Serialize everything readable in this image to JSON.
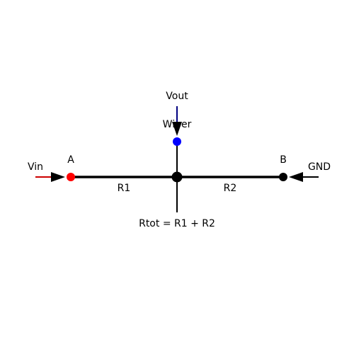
{
  "labels": {
    "vout": "Vout",
    "wiper": "Wiper",
    "vin": "Vin",
    "terminal_a": "A",
    "terminal_b": "B",
    "gnd": "GND",
    "r1": "R1",
    "r2": "R2",
    "rtot": "Rtot = R1 + R2"
  },
  "colors": {
    "vin_wire": "#cc0000",
    "terminal_a": "#ff0000",
    "vout_wire": "#000080",
    "wiper_dot": "#0000ff",
    "terminal_b": "#000000",
    "wire": "#000000"
  }
}
